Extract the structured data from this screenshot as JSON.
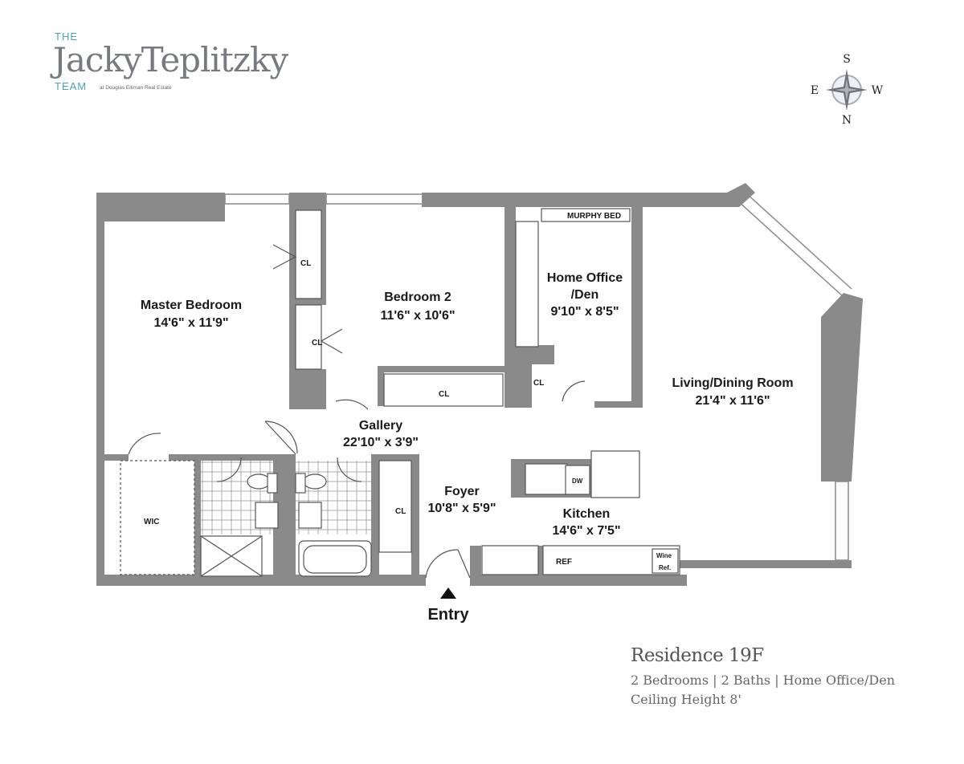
{
  "brand": {
    "the": "THE",
    "name": "JackyTeplitzky",
    "team": "TEAM",
    "sub": "at Douglas Elliman Real Estate"
  },
  "compass": {
    "s": "S",
    "e": "E",
    "w": "W",
    "n": "N"
  },
  "rooms": {
    "master": {
      "name": "Master Bedroom",
      "size": "14'6\" x 11'9\""
    },
    "bedroom2": {
      "name": "Bedroom 2",
      "size": "11'6\" x 10'6\""
    },
    "office": {
      "name": "Home Office",
      "name2": "/Den",
      "size": "9'10\" x 8'5\""
    },
    "living": {
      "name": "Living/Dining Room",
      "size": "21'4\" x 11'6\""
    },
    "gallery": {
      "name": "Gallery",
      "size": "22'10\" x 3'9\""
    },
    "foyer": {
      "name": "Foyer",
      "size": "10'8\" x 5'9\""
    },
    "kitchen": {
      "name": "Kitchen",
      "size": "14'6\" x 7'5\""
    }
  },
  "fixtures": {
    "cl": "CL",
    "wic": "WIC",
    "murphy": "MURPHY BED",
    "dw": "DW",
    "ref": "REF",
    "wine": "Wine",
    "wine_ref": "Ref."
  },
  "entry": "Entry",
  "residence": {
    "title": "Residence 19F",
    "line1": "2 Bedrooms  |  2 Baths  |  Home Office/Den",
    "line2": "Ceiling Height  8'"
  },
  "colors": {
    "wall": "#8a8a8a",
    "accent": "#4aa3b8",
    "text": "#1a1a1a"
  }
}
